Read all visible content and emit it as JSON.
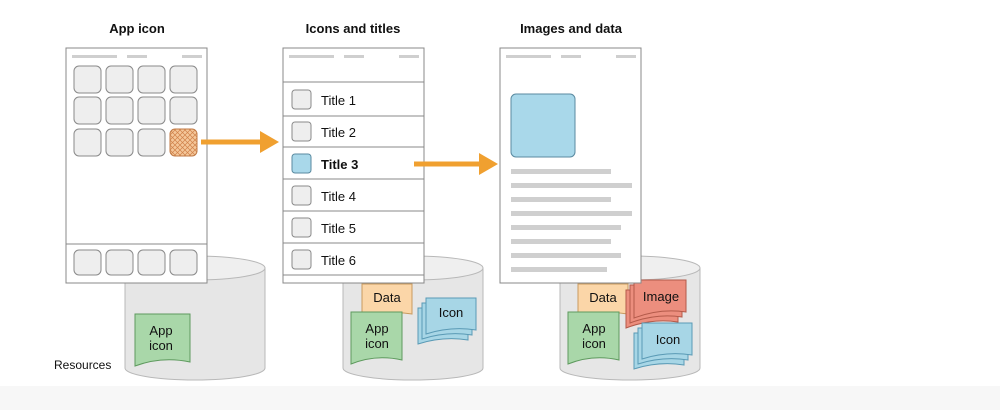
{
  "stage1": {
    "title": "App icon"
  },
  "stage2": {
    "title": "Icons and titles",
    "items": [
      {
        "label": "Title 1",
        "selected": false
      },
      {
        "label": "Title 2",
        "selected": false
      },
      {
        "label": "Title 3",
        "selected": true
      },
      {
        "label": "Title 4",
        "selected": false
      },
      {
        "label": "Title 5",
        "selected": false
      },
      {
        "label": "Title 6",
        "selected": false
      }
    ]
  },
  "stage3": {
    "title": "Images and data"
  },
  "resources_label": "Resources",
  "cards": {
    "app_icon": [
      "App",
      "icon"
    ],
    "data": "Data",
    "icon": "Icon",
    "image": "Image"
  },
  "colors": {
    "arrow": "#f0a030",
    "app_icon_card": "#a9d7a9",
    "data_card": "#fbd6a8",
    "icon_card": "#a7d6e6",
    "image_card": "#ec8e7e",
    "selected_checkbox": "#a9d8ea",
    "cylinder": "#e6e6e6"
  }
}
